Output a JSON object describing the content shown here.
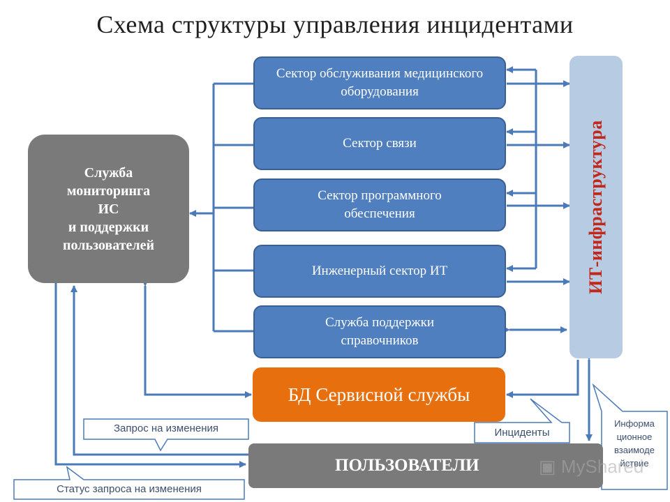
{
  "title": "Схема структуры управления инцидентами",
  "monitoring_service": [
    "Служба",
    "мониторинга",
    "ИС",
    "и поддержки",
    "пользователей"
  ],
  "sectors": [
    "Сектор обслуживания медицинского оборудования",
    "Сектор связи",
    "Сектор программного обеспечения",
    "Инженерный сектор ИТ",
    "Служба поддержки справочников"
  ],
  "service_db": "БД Сервисной службы",
  "users": "ПОЛЬЗОВАТЕЛИ",
  "it_infrastructure": "ИТ-инфраструктура",
  "callouts": {
    "change_request": "Запрос на изменения",
    "change_request_status": "Статус запроса на изменения",
    "incidents": "Инциденты",
    "info_exchange": [
      "Информа",
      "ционное",
      "взаимоде",
      "йствие"
    ]
  },
  "watermark": "MyShared",
  "colors": {
    "sector_fill": "#4f7fbe",
    "monitor_fill": "#7a7a7a",
    "db_fill": "#e86f0e",
    "infra_fill": "#b7cbe3",
    "infra_text": "#c0281c",
    "arrow": "#4a7ab8"
  }
}
